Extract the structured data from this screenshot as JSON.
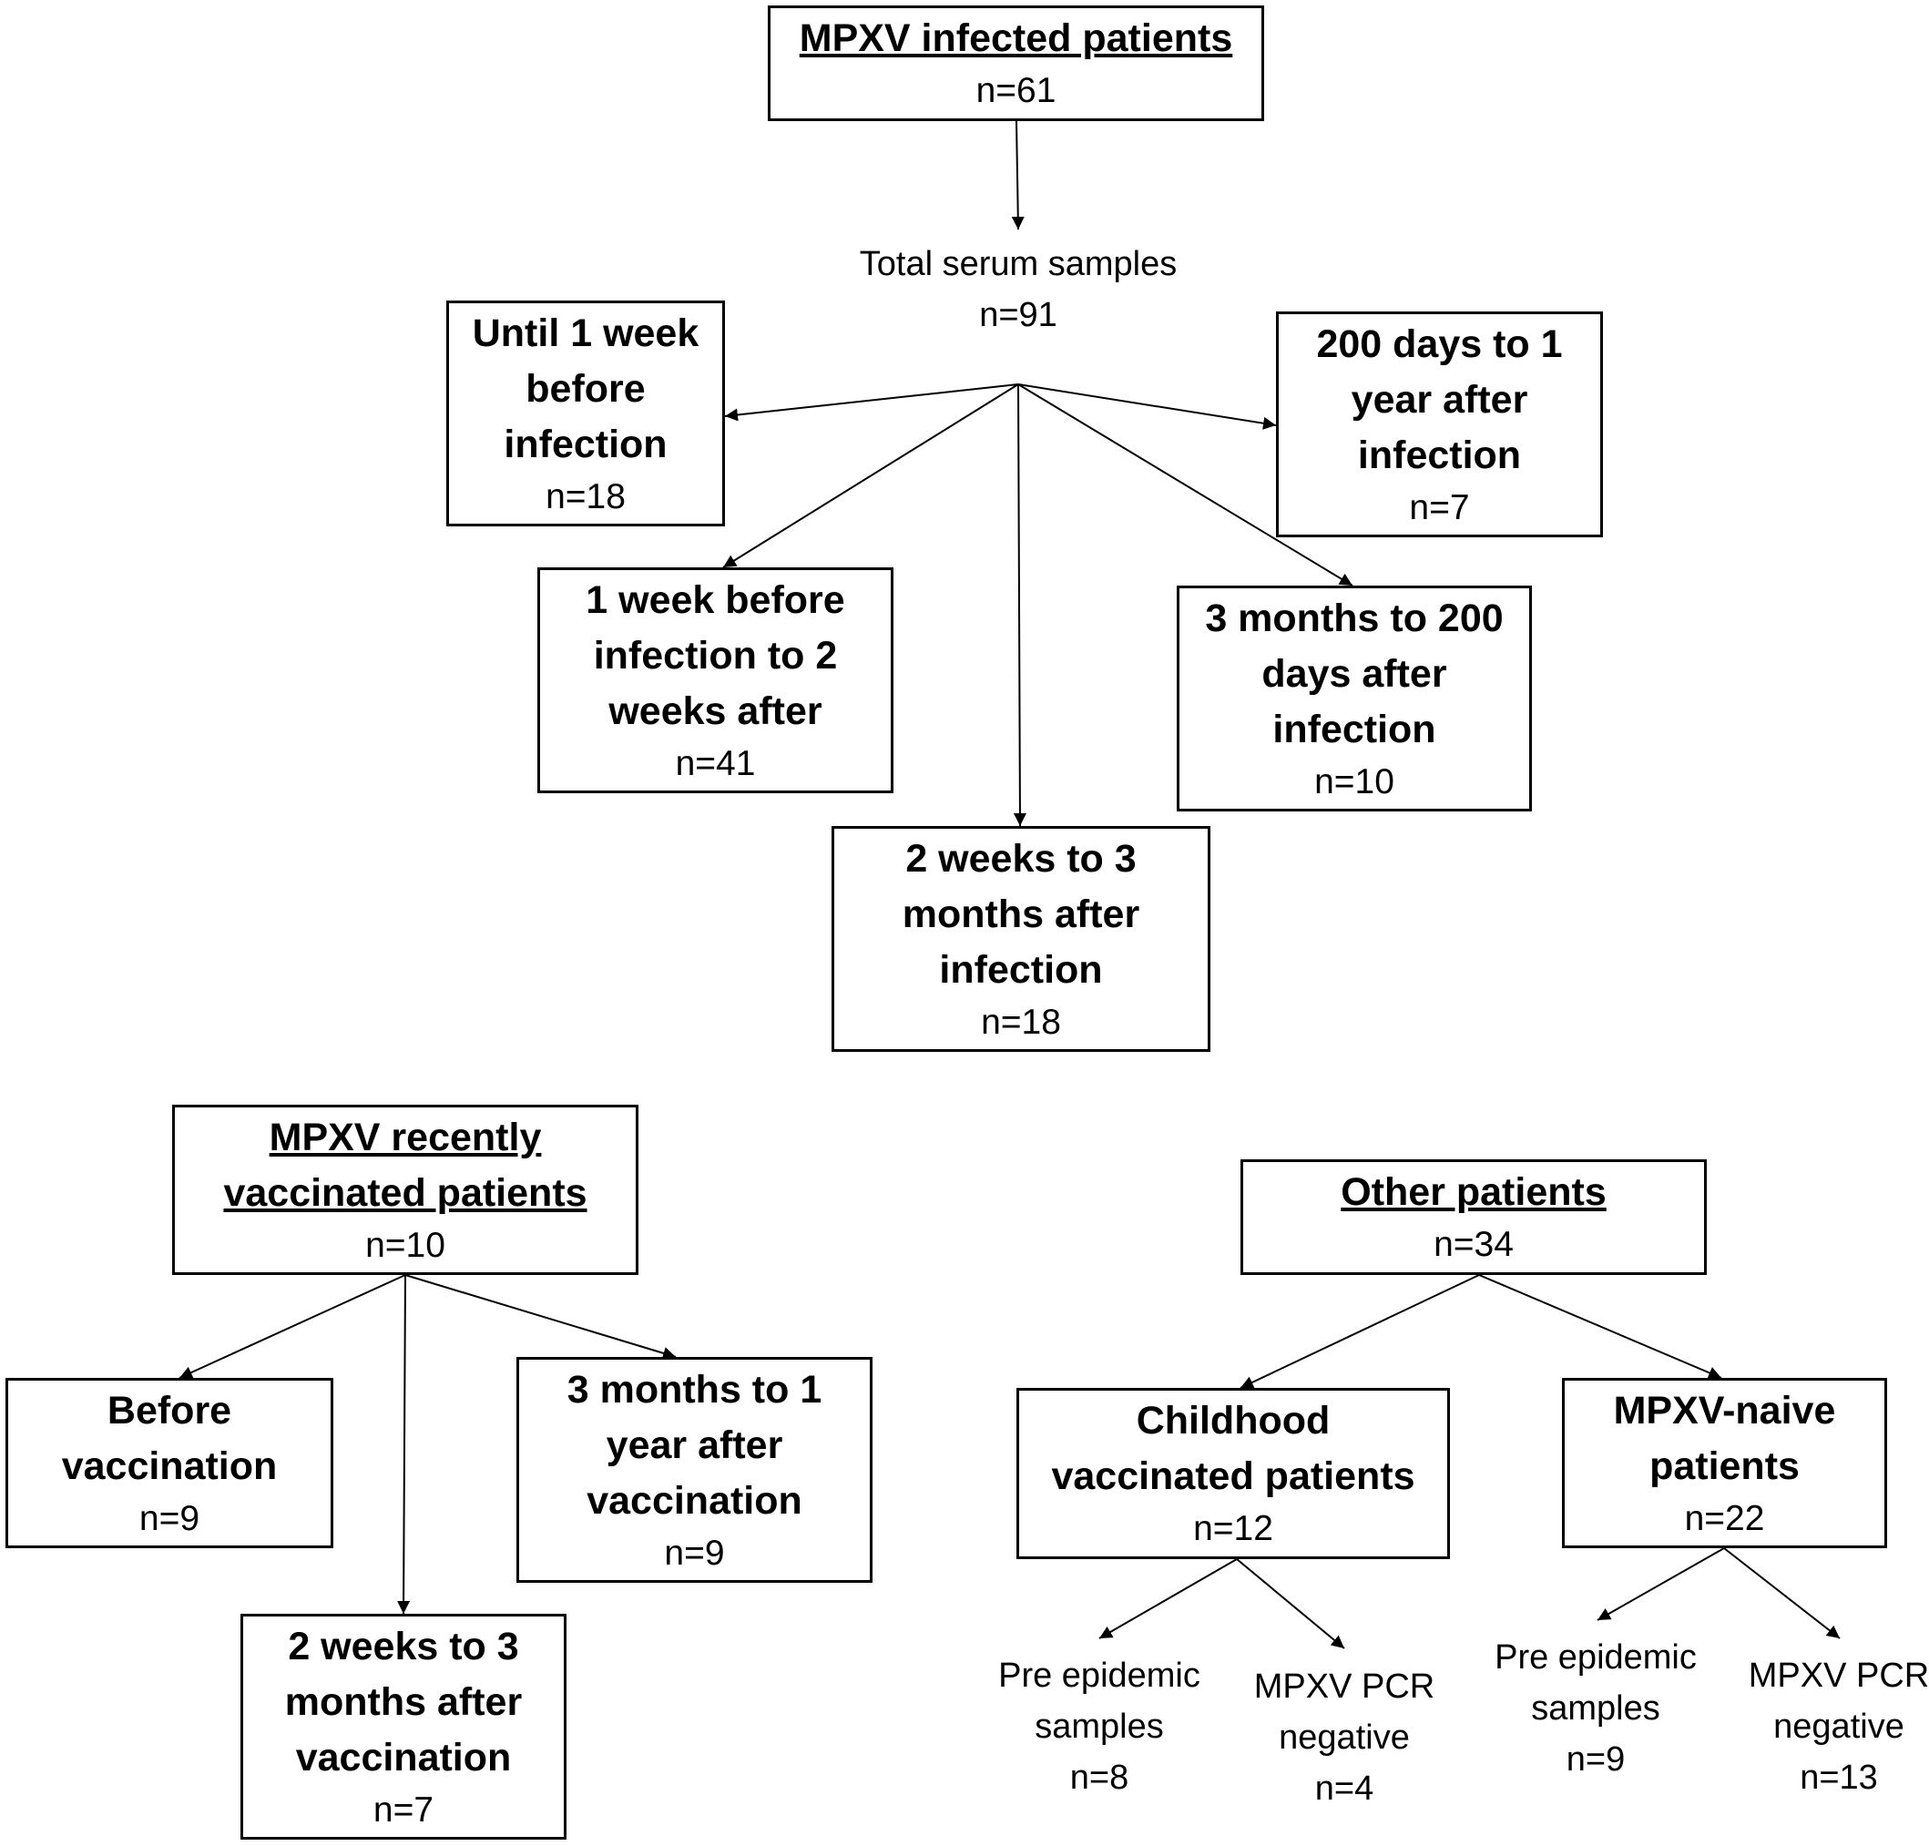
{
  "infected": {
    "title": "MPXV infected patients",
    "n": "n=61",
    "total_label": "Total serum samples",
    "total_n": "n=91",
    "groups": [
      {
        "title": "Until 1 week before infection",
        "n": "n=18"
      },
      {
        "title": "200 days to 1 year after infection",
        "n": "n=7"
      },
      {
        "title": "1 week before infection to 2 weeks after",
        "n": "n=41"
      },
      {
        "title": "3 months to 200 days after infection",
        "n": "n=10"
      },
      {
        "title": "2 weeks to 3 months after infection",
        "n": "n=18"
      }
    ]
  },
  "vaccinated": {
    "title": "MPXV recently vaccinated patients",
    "n": "n=10",
    "groups": [
      {
        "title": "Before vaccination",
        "n": "n=9"
      },
      {
        "title": "3 months to 1 year after vaccination",
        "n": "n=9"
      },
      {
        "title": "2 weeks to 3 months after vaccination",
        "n": "n=7"
      }
    ]
  },
  "other": {
    "title": "Other patients",
    "n": "n=34",
    "childhood": {
      "title": "Childhood vaccinated patients",
      "n": "n=12",
      "pre": {
        "label": "Pre epidemic samples",
        "n": "n=8"
      },
      "neg": {
        "label": "MPXV PCR negative",
        "n": "n=4"
      }
    },
    "naive": {
      "title": "MPXV-naive patients",
      "n": "n=22",
      "pre": {
        "label": "Pre epidemic samples",
        "n": "n=9"
      },
      "neg": {
        "label": "MPXV PCR negative",
        "n": "n=13"
      }
    }
  }
}
